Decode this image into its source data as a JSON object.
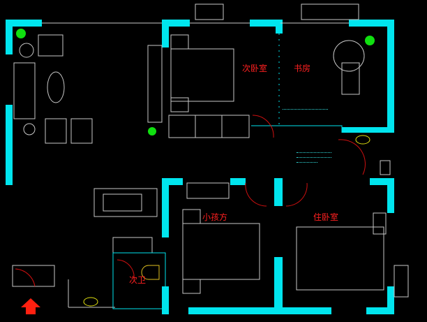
{
  "rooms": {
    "second_bedroom": "次卧室",
    "study": "书房",
    "kids_room": "小孩方",
    "master_bedroom": "住卧室",
    "second_bathroom": "次卫"
  },
  "colors": {
    "wall": "#00e5ee",
    "label": "#ff2020",
    "door": "#d01010",
    "furniture": "#c8c8c8",
    "plant": "#10e010",
    "fixture": "#e0e010"
  }
}
